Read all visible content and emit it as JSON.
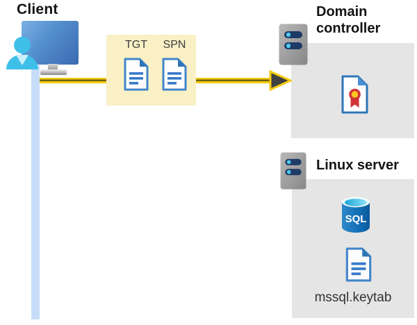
{
  "client": {
    "label": "Client"
  },
  "ticket_box": {
    "tgt": "TGT",
    "spn": "SPN"
  },
  "domain_controller": {
    "name_line1": "Domain",
    "name_line2": "controller"
  },
  "linux_server": {
    "name": "Linux server",
    "sql_icon_label": "SQL",
    "keytab_filename": "mssql.keytab"
  },
  "colors": {
    "ticket_box_bg": "#FAF0C6",
    "arrow_yellow": "#F4CA0D",
    "arrow_core": "#6B6316",
    "arrowhead_fill": "#3F4041",
    "server_box_bg": "#E5E5E5",
    "server_tower_gray": "#A3A3A3",
    "server_led_navy": "#1E3A66",
    "server_led_cyan": "#4EC9ED",
    "document_blue": "#3779C8",
    "document_fold_blue": "#2E75B6",
    "certificate_red": "#D13438",
    "certificate_gold": "#FFC81E",
    "sql_body_blue": "#1571B8",
    "sql_top_cyan": "#49C7E8",
    "monitor_blue": "#4C7FC0",
    "person_cyan": "#3EBFE8",
    "timeline_blue": "#C7DCF8",
    "heading_text": "#141414",
    "label_text": "#3C3C3C"
  }
}
